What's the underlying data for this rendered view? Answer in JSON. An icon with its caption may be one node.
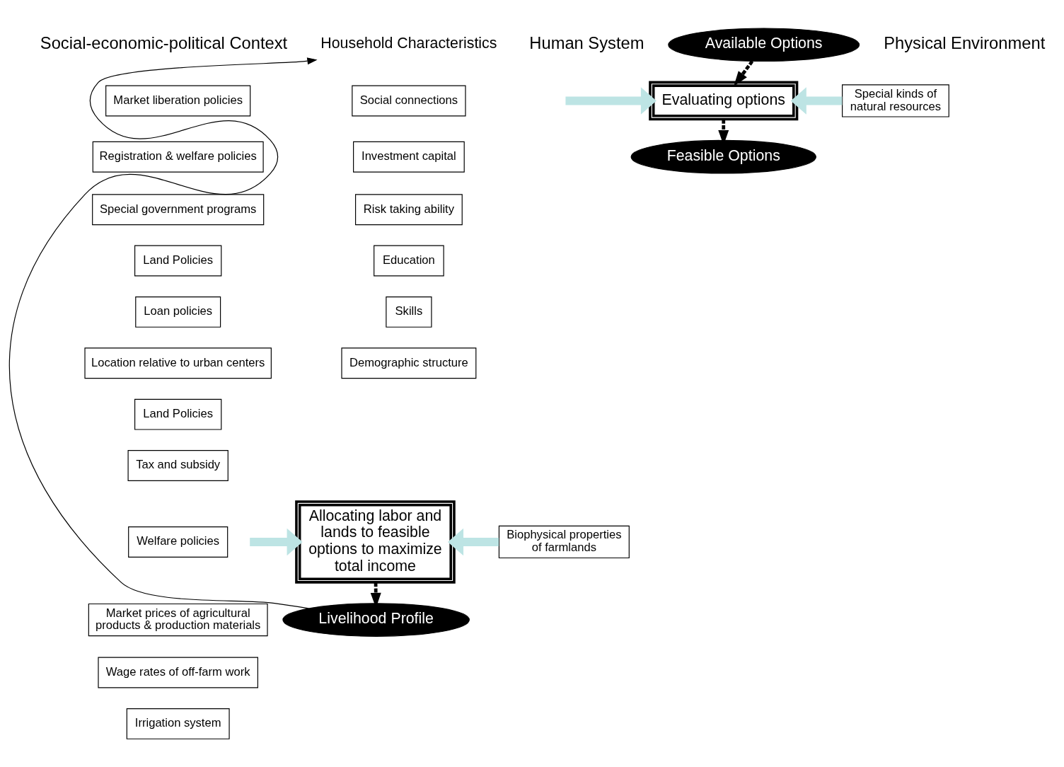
{
  "diagram": {
    "nodes": [
      {
        "text": [
          "Available Options"
        ]
      },
      {
        "text": [
          "Evaluating options"
        ]
      },
      {
        "text": [
          "Special kinds of natural resources"
        ]
      },
      {
        "text": [
          "Feasible Options"
        ]
      },
      {
        "text": [
          "Allocating labor and lands to feasible options to maximize total income"
        ]
      },
      {
        "text": [
          "Biophysical properties of farmlands"
        ]
      },
      {
        "text": [
          "Livelihood Profile"
        ]
      },
      {
        "text": [
          "Market liberation policies"
        ]
      },
      {
        "text": [
          "Registration & welfare policies"
        ]
      },
      {
        "text": [
          "Special government programs"
        ]
      },
      {
        "text": [
          "Land Policies"
        ]
      },
      {
        "text": [
          "Loan policies"
        ]
      },
      {
        "text": [
          "Location relative to urban centers"
        ]
      },
      {
        "text": [
          "Social connections"
        ]
      },
      {
        "text": [
          "Investment capital"
        ]
      },
      {
        "text": [
          "Risk taking ability"
        ]
      },
      {
        "text": [
          "Education"
        ]
      },
      {
        "text": [
          "Skills"
        ]
      },
      {
        "text": [
          "Demographic structure"
        ]
      },
      {
        "text": [
          "Land Policies"
        ]
      },
      {
        "text": [
          "Tax and subsidy"
        ]
      },
      {
        "text": [
          "Welfare policies"
        ]
      },
      {
        "text": [
          "Market prices of agricultural products & production materials"
        ]
      },
      {
        "text": [
          "Wage rates of off-farm work"
        ]
      },
      {
        "text": [
          "Irrigation system"
        ]
      },
      {
        "text": [
          "Household Characteristics"
        ]
      }
    ],
    "edges": [
      {
        "from": 0,
        "to": 1,
        "arrow": "to",
        "style": "dashed"
      },
      {
        "from": null,
        "to": 1,
        "arrow": "to",
        "style": "thick",
        "color": "#bde4e4"
      },
      {
        "from": 2,
        "to": 1,
        "arrow": "to",
        "style": "thick",
        "color": "#bde4e4"
      },
      {
        "from": 1,
        "to": 3,
        "arrow": "to",
        "style": "dashed"
      },
      {
        "from": null,
        "to": 4,
        "arrow": "to",
        "style": "thick",
        "color": "#bde4e4"
      },
      {
        "from": 5,
        "to": 4,
        "arrow": "to",
        "style": "thick",
        "color": "#bde4e4"
      },
      {
        "from": 4,
        "to": 6,
        "arrow": "to",
        "style": "dashed"
      },
      {
        "from": 6,
        "to": 25,
        "arrow": "to"
      }
    ],
    "labels": [
      "Human System",
      "Physical Environment",
      "Social-economic-political Context"
    ]
  }
}
